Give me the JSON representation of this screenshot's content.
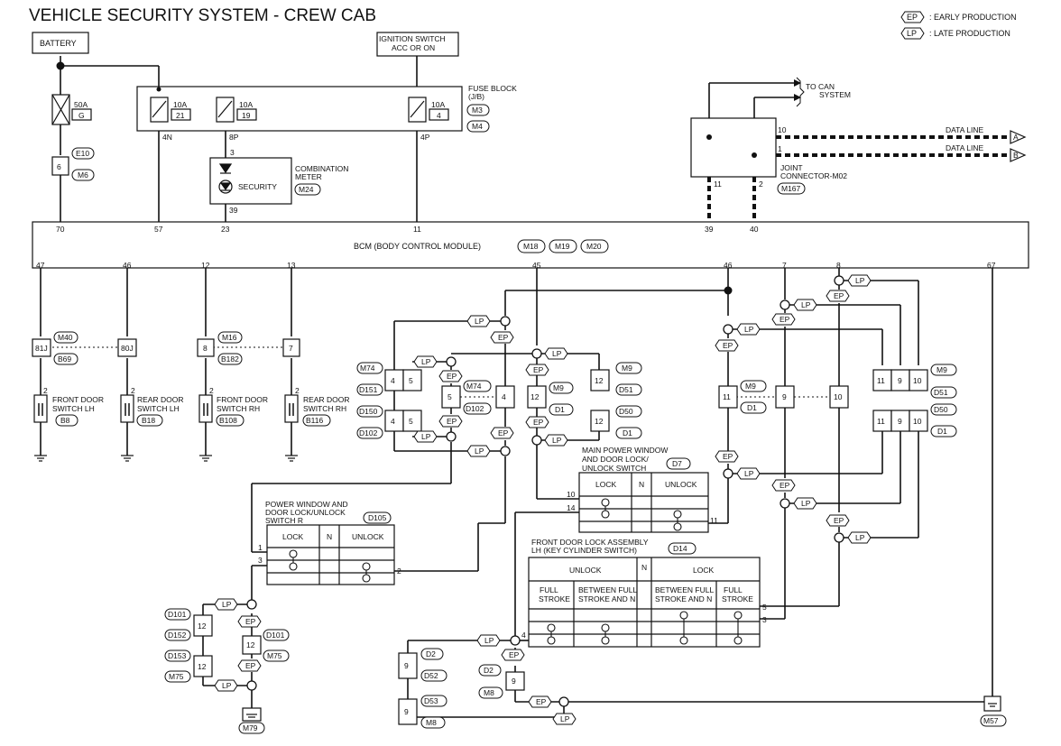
{
  "title": "VEHICLE SECURITY SYSTEM - CREW CAB",
  "legend": {
    "ep_tag": "EP",
    "ep_text": ": EARLY PRODUCTION",
    "lp_tag": "LP",
    "lp_text": ": LATE PRODUCTION"
  },
  "ep": "EP",
  "lp": "LP",
  "battery": "BATTERY",
  "ignition": {
    "line1": "IGNITION SWITCH",
    "line2": "ACC OR ON"
  },
  "fuse_block": {
    "line1": "FUSE BLOCK",
    "line2": "(J/B)",
    "conn1": "M3",
    "conn2": "M4"
  },
  "fuses": {
    "main_amp": "50A",
    "main_id": "G",
    "f21_amp": "10A",
    "f21_id": "21",
    "f19_amp": "10A",
    "f19_id": "19",
    "f4_amp": "10A",
    "f4_id": "4"
  },
  "fuse_pins": {
    "p4n": "4N",
    "p8p": "8P",
    "p4p": "4P"
  },
  "e10": {
    "conn": "E10",
    "pin": "6",
    "conn2": "M6"
  },
  "meter": {
    "line1": "COMBINATION",
    "line2": "METER",
    "conn": "M24",
    "label": "SECURITY",
    "pin_top": "3",
    "pin_bot": "39"
  },
  "can": {
    "line1": "TO CAN",
    "line2": "SYSTEM"
  },
  "joint": {
    "pin10": "10",
    "pin1": "1",
    "pin11": "11",
    "pin2": "2",
    "line1": "JOINT",
    "line2": "CONNECTOR-M02",
    "conn": "M167",
    "data_line_a": "DATA LINE",
    "a": "A",
    "data_line_b": "DATA LINE",
    "b": "B"
  },
  "bcm": {
    "label": "BCM (BODY CONTROL MODULE)",
    "conns": [
      "M18",
      "M19",
      "M20"
    ],
    "pins_top": [
      "70",
      "57",
      "23",
      "11",
      "39",
      "40"
    ],
    "pins_bottom": [
      "47",
      "46",
      "12",
      "13",
      "45",
      "46",
      "7",
      "8",
      "67"
    ]
  },
  "door_switches": [
    {
      "conn_top": "M40",
      "pin": "81J",
      "conn_bot": "B69",
      "pin2": "2",
      "line1": "FRONT DOOR",
      "line2": "SWITCH LH",
      "conn": "B8"
    },
    {
      "pin": "80J",
      "pin2": "2",
      "line1": "REAR DOOR",
      "line2": "SWITCH LH",
      "conn": "B18"
    },
    {
      "conn_top": "M16",
      "pin": "8",
      "conn_bot": "B182",
      "pin2": "2",
      "line1": "FRONT DOOR",
      "line2": "SWITCH RH",
      "conn": "B108"
    },
    {
      "pin": "7",
      "pin2": "2",
      "line1": "REAR DOOR",
      "line2": "SWITCH RH",
      "conn": "B116"
    }
  ],
  "left_conn_group": {
    "labels": [
      "M74",
      "D151",
      "D150",
      "D102"
    ],
    "pins": [
      "4",
      "5",
      "4",
      "5"
    ],
    "mid_pin": "5",
    "mid_conn1": "M74",
    "mid_conn2": "D102",
    "pin4": "4"
  },
  "center_conn_group": {
    "pin12": "12",
    "conn1": "M9",
    "conn2": "D1",
    "right_pins": [
      "12",
      "12"
    ],
    "right_labels": [
      "M9",
      "D51",
      "D50",
      "D1"
    ]
  },
  "right_conn_group": {
    "pins_top": [
      "11",
      "9",
      "10"
    ],
    "pins_bot": [
      "11",
      "9",
      "10"
    ],
    "labels": [
      "M9",
      "D51",
      "D50",
      "D1"
    ],
    "row_pins": [
      "11",
      "9",
      "10"
    ],
    "row_conn1": "M9",
    "row_conn2": "D1"
  },
  "main_switch": {
    "line1": "MAIN POWER WINDOW",
    "line2": "AND DOOR LOCK/",
    "line3": "UNLOCK SWITCH",
    "conn": "D7",
    "col_lock": "LOCK",
    "col_n": "N",
    "col_unlock": "UNLOCK",
    "pin10": "10",
    "pin14": "14",
    "pin11": "11"
  },
  "pw_switch": {
    "line1": "POWER WINDOW AND",
    "line2": "DOOR LOCK/UNLOCK",
    "line3": "SWITCH R",
    "conn": "D105",
    "col_lock": "LOCK",
    "col_n": "N",
    "col_unlock": "UNLOCK",
    "pin1": "1",
    "pin3": "3",
    "pin2": "2"
  },
  "key_cyl": {
    "line1": "FRONT DOOR LOCK ASSEMBLY",
    "line2": "LH (KEY CYLINDER SWITCH)",
    "conn": "D14",
    "unlock": "UNLOCK",
    "n": "N",
    "lock": "LOCK",
    "c1a": "FULL",
    "c1b": "STROKE",
    "c2a": "BETWEEN FULL",
    "c2b": "STROKE AND N",
    "c3a": "BETWEEN FULL",
    "c3b": "STROKE AND N",
    "c4a": "FULL",
    "c4b": "STROKE",
    "pin5": "5",
    "pin3": "3",
    "pin4": "4"
  },
  "lower_left": {
    "labels": [
      "D101",
      "D152",
      "D153",
      "M75"
    ],
    "pin_a": "12",
    "pin_b": "12",
    "pin_c": "12",
    "right1": "D101",
    "right2": "M75",
    "ground": "M79"
  },
  "bottom_group": {
    "pins": [
      "9",
      "9"
    ],
    "labels": [
      "D2",
      "D52",
      "D53",
      "M8"
    ],
    "mid_conn1": "D2",
    "mid_pin": "9",
    "mid_conn2": "M8",
    "ground": "M57"
  }
}
